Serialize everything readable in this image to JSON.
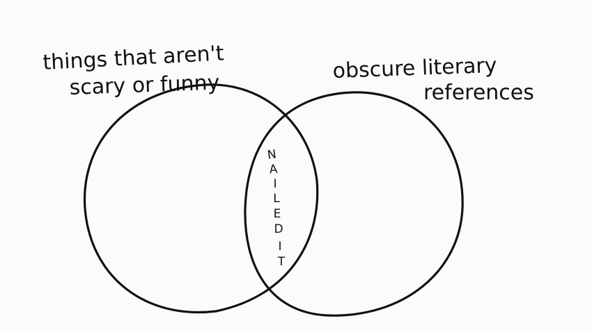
{
  "left_set": {
    "label_lines": [
      "things that aren't",
      "scary or funny"
    ]
  },
  "right_set": {
    "label_lines": [
      "obscure literary",
      "references"
    ]
  },
  "intersection": {
    "text": "NAILED IT",
    "letters": [
      "N",
      "A",
      "I",
      "L",
      "E",
      "D",
      "I",
      "T"
    ]
  },
  "colors": {
    "ink": "#111111",
    "paper": "#fbfbfb"
  }
}
